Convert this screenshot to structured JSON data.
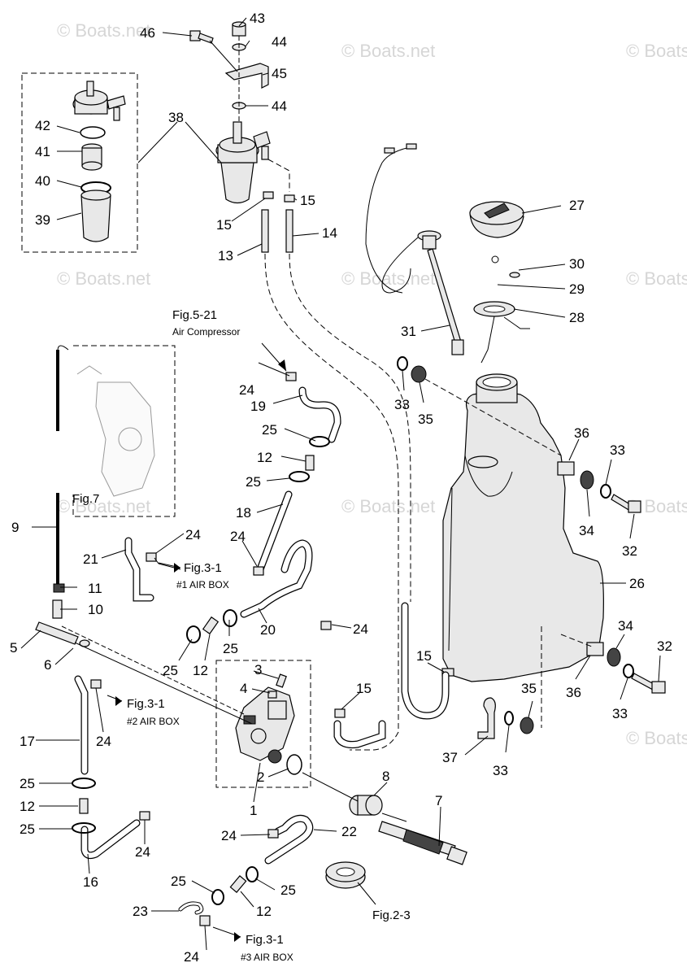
{
  "watermark": "© Boats.net",
  "callouts": {
    "n1": "1",
    "n2": "2",
    "n3": "3",
    "n4": "4",
    "n5": "5",
    "n6": "6",
    "n7": "7",
    "n8": "8",
    "n9": "9",
    "n10": "10",
    "n11": "11",
    "n12a": "12",
    "n12b": "12",
    "n12c": "12",
    "n12d": "12",
    "n13": "13",
    "n14": "14",
    "n15a": "15",
    "n15b": "15",
    "n15c": "15",
    "n15d": "15",
    "n16": "16",
    "n17": "17",
    "n18": "18",
    "n19": "19",
    "n20": "20",
    "n21": "21",
    "n22": "22",
    "n23": "23",
    "n24a": "24",
    "n24b": "24",
    "n24c": "24",
    "n24d": "24",
    "n24e": "24",
    "n24f": "24",
    "n24g": "24",
    "n25a": "25",
    "n25b": "25",
    "n25c": "25",
    "n25d": "25",
    "n25e": "25",
    "n25f": "25",
    "n25g": "25",
    "n25h": "25",
    "n26": "26",
    "n27": "27",
    "n28": "28",
    "n29": "29",
    "n30": "30",
    "n31": "31",
    "n32a": "32",
    "n32b": "32",
    "n33a": "33",
    "n33b": "33",
    "n33c": "33",
    "n33d": "33",
    "n34a": "34",
    "n34b": "34",
    "n35a": "35",
    "n35b": "35",
    "n36a": "36",
    "n36b": "36",
    "n37": "37",
    "n38": "38",
    "n39": "39",
    "n40": "40",
    "n41": "41",
    "n42": "42",
    "n43": "43",
    "n44a": "44",
    "n44b": "44",
    "n45": "45",
    "n46": "46"
  },
  "references": {
    "fig5_21": "Fig.5-21",
    "air_compressor": "Air Compressor",
    "fig3_1_a": "Fig.3-1",
    "air_box_1": "#1 AIR BOX",
    "fig3_1_b": "Fig.3-1",
    "air_box_2": "#2 AIR BOX",
    "fig3_1_c": "Fig.3-1",
    "air_box_3": "#3 AIR BOX",
    "fig7": "Fig.7",
    "fig2_3": "Fig.2-3"
  }
}
